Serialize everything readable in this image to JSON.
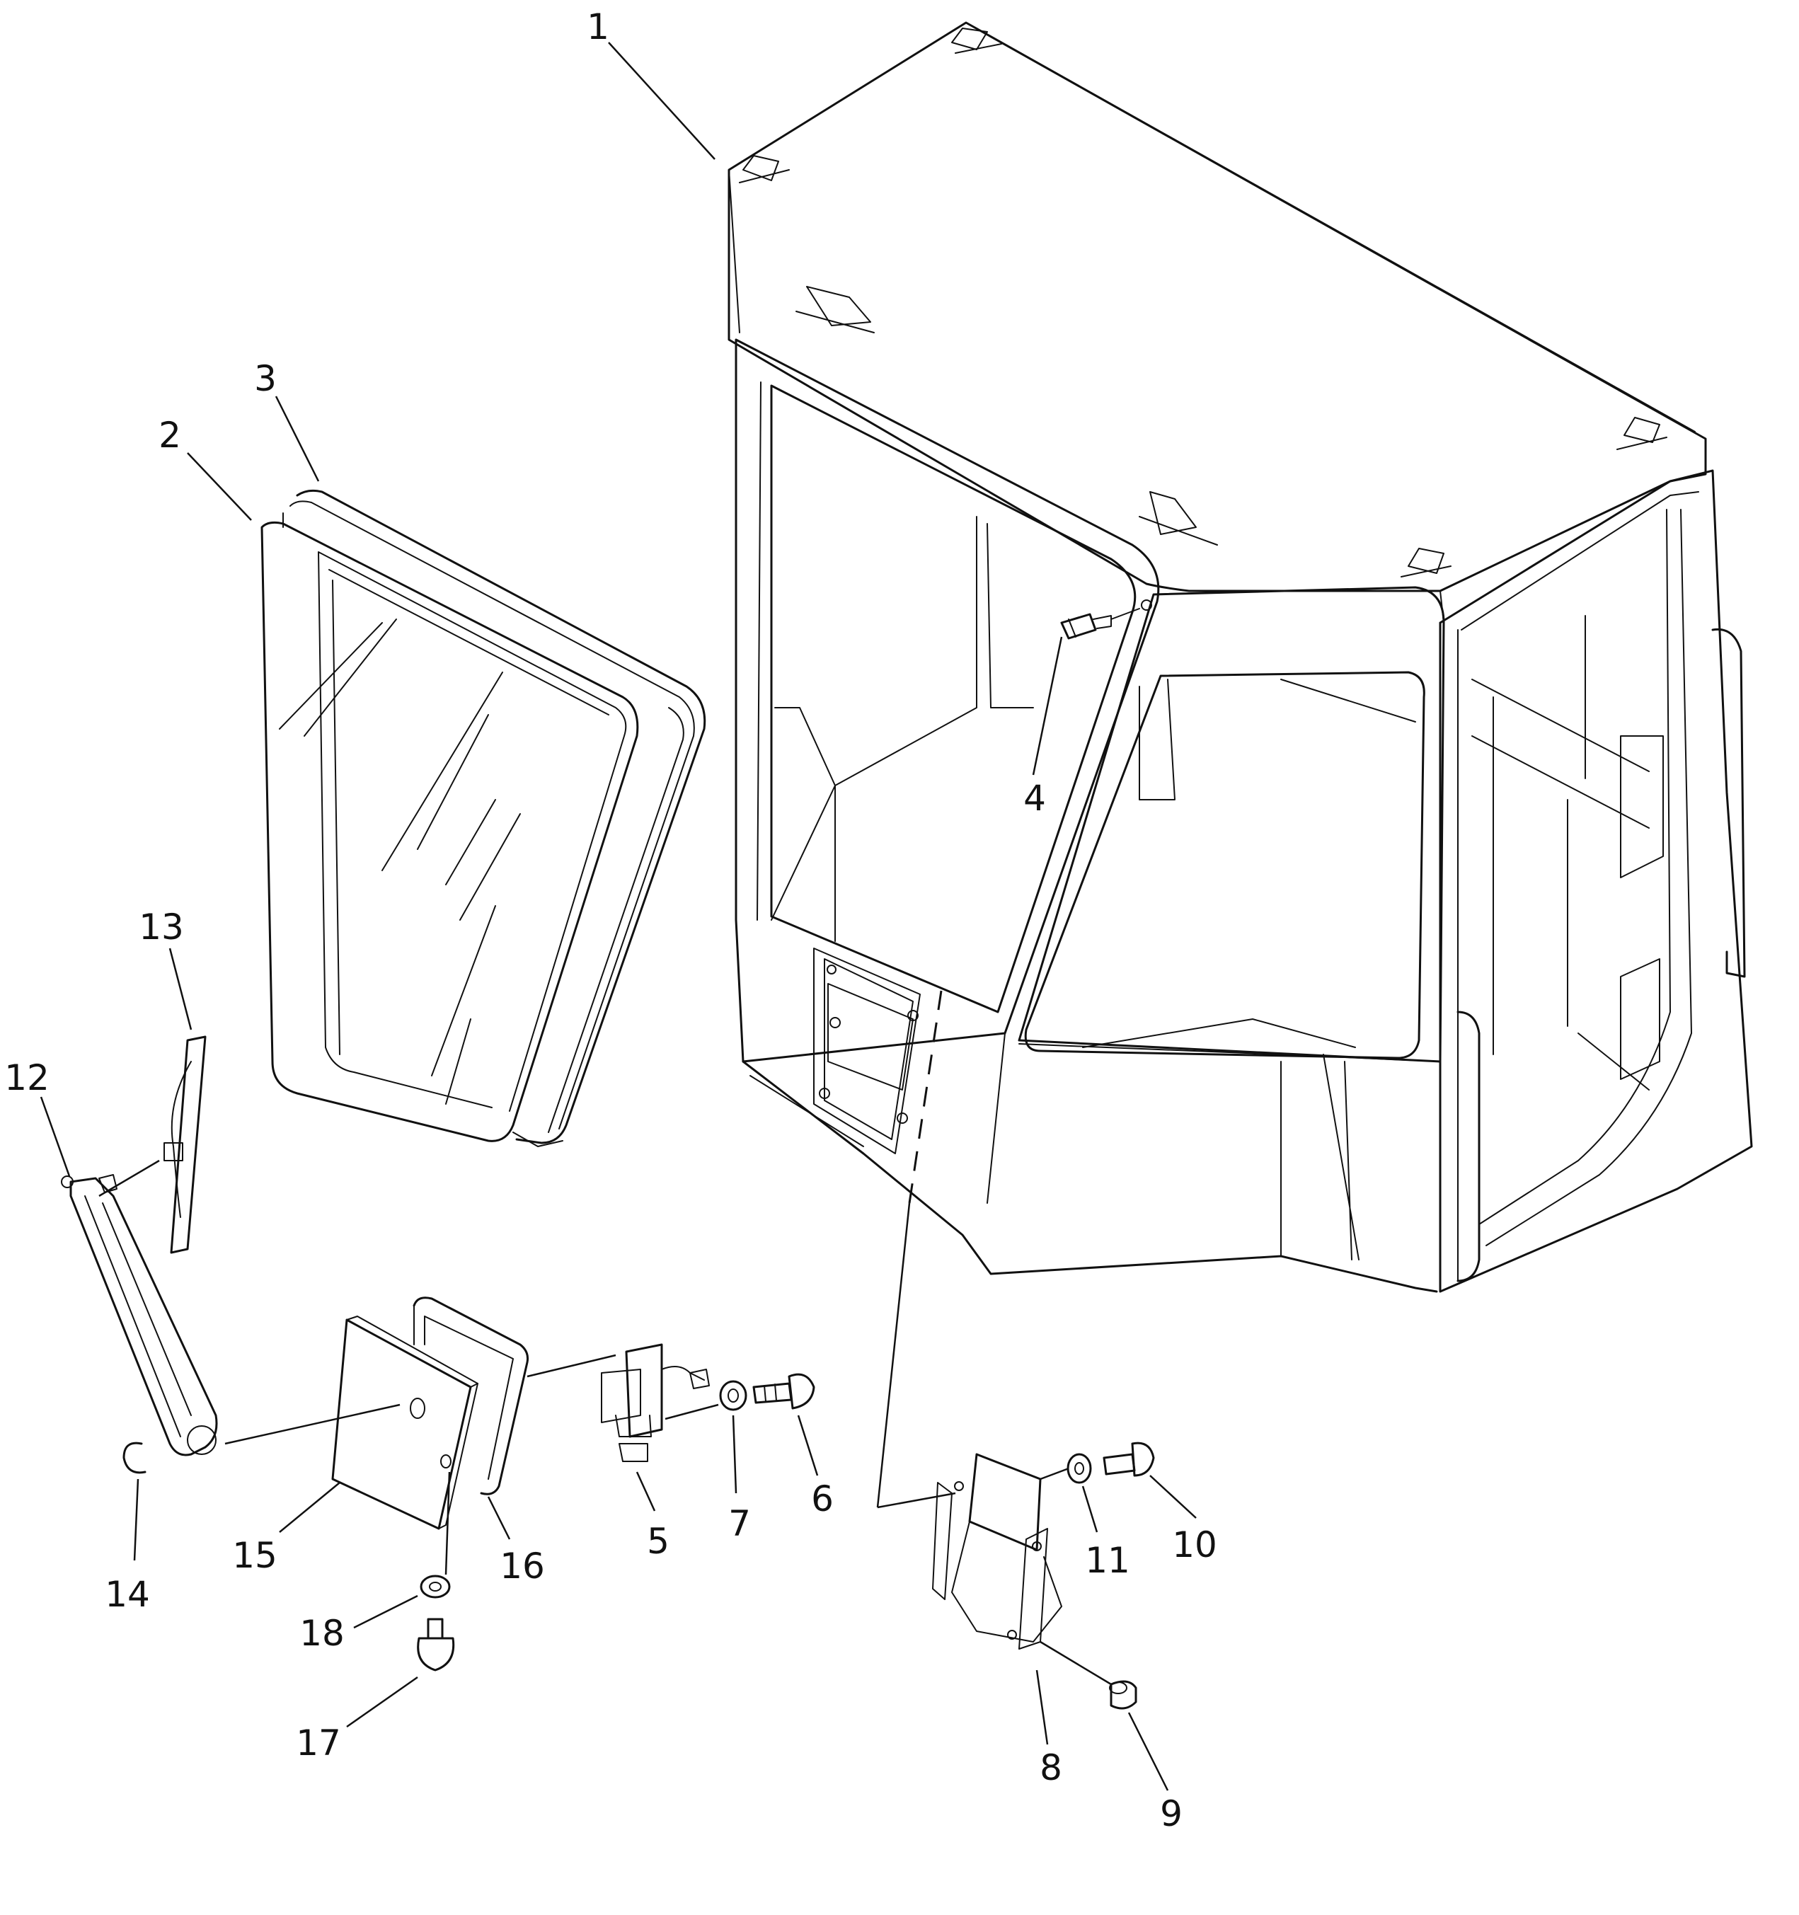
{
  "diagram": {
    "callouts": [
      {
        "id": "1",
        "label": "1"
      },
      {
        "id": "2",
        "label": "2"
      },
      {
        "id": "3",
        "label": "3"
      },
      {
        "id": "4",
        "label": "4"
      },
      {
        "id": "5",
        "label": "5"
      },
      {
        "id": "6",
        "label": "6"
      },
      {
        "id": "7",
        "label": "7"
      },
      {
        "id": "8",
        "label": "8"
      },
      {
        "id": "9",
        "label": "9"
      },
      {
        "id": "10",
        "label": "10"
      },
      {
        "id": "11",
        "label": "11"
      },
      {
        "id": "12",
        "label": "12"
      },
      {
        "id": "13",
        "label": "13"
      },
      {
        "id": "14",
        "label": "14"
      },
      {
        "id": "15",
        "label": "15"
      },
      {
        "id": "16",
        "label": "16"
      },
      {
        "id": "17",
        "label": "17"
      },
      {
        "id": "18",
        "label": "18"
      }
    ]
  },
  "colors": {
    "line": "#111111",
    "background": "#ffffff"
  }
}
